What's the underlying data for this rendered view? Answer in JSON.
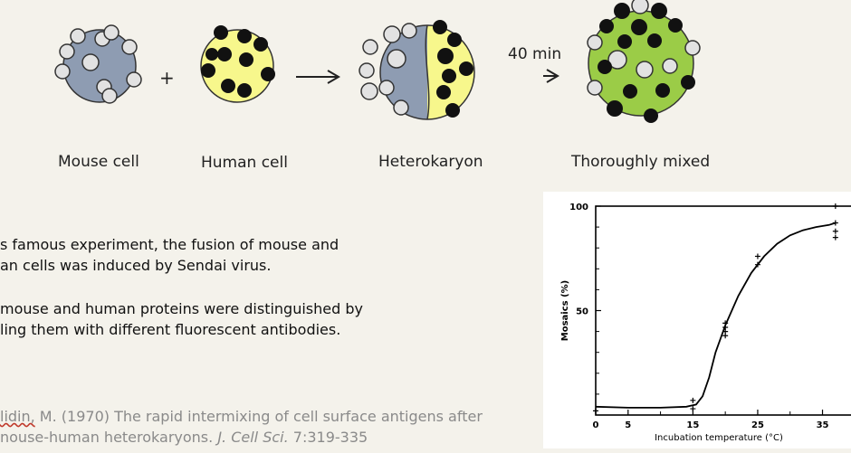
{
  "labels": {
    "mouse": "Mouse cell",
    "human": "Human cell",
    "heterokaryon": "Heterokaryon",
    "mixed": "Thoroughly mixed",
    "plus": "+",
    "time": "40 min"
  },
  "text": {
    "para1_line1": "s famous experiment, the fusion of mouse and",
    "para1_line2": "an cells was induced by Sendai virus.",
    "para2_line1": "mouse and human proteins were distinguished by",
    "para2_line2": "ling them with different fluorescent antibodies."
  },
  "reference": {
    "author_wavy": "lidin,",
    "line1_rest": " M. (1970) The rapid intermixing of cell surface antigens after",
    "line2_start": "nouse-human heterokaryons. ",
    "journal": "J. Cell Sci.",
    "line2_end": " 7:319-335"
  },
  "colors": {
    "mouse": "#8e9cb2",
    "human": "#f7f78c",
    "mixed": "#9bcc47"
  },
  "chart_data": {
    "type": "line",
    "xlabel": "Incubation temperature (°C)",
    "ylabel": "Mosaics (%)",
    "xlim": [
      0,
      38
    ],
    "ylim": [
      0,
      100
    ],
    "x_ticks": [
      "0",
      "5",
      "15",
      "25",
      "35"
    ],
    "x_tick_values": [
      0,
      5,
      15,
      25,
      35
    ],
    "y_ticks": [
      "50",
      "100"
    ],
    "y_tick_values": [
      50,
      100
    ],
    "curve": {
      "x": [
        0,
        5,
        10,
        14,
        15.5,
        16.5,
        17.5,
        18.5,
        20,
        22,
        24,
        26,
        28,
        30,
        32,
        34,
        36,
        37
      ],
      "y": [
        4,
        3.5,
        3.5,
        4,
        5,
        9,
        18,
        30,
        43,
        57,
        68,
        76,
        82,
        86,
        88.5,
        90,
        91,
        92
      ]
    },
    "points": {
      "x": [
        0,
        15,
        15,
        20,
        20,
        20,
        20,
        25,
        25,
        37,
        37,
        37,
        37
      ],
      "y": [
        2,
        3,
        7,
        38,
        40,
        42,
        44,
        72,
        76,
        100,
        92,
        85,
        88
      ]
    }
  }
}
